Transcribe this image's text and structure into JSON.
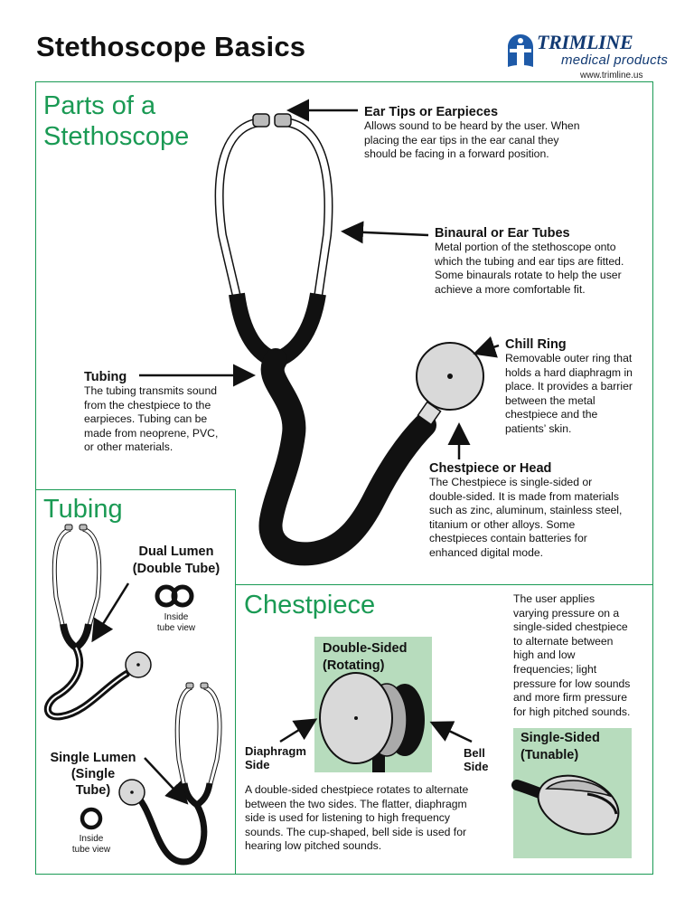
{
  "header": {
    "title": "Stethoscope Basics",
    "logo_name": "TRIMLINE",
    "logo_sub": "medical products",
    "logo_url": "www.trimline.us"
  },
  "parts": {
    "title_line1": "Parts of a",
    "title_line2": "Stethoscope",
    "ear_tips": {
      "heading": "Ear Tips or Earpieces",
      "lines": [
        "Allows sound to be heard by the user. When",
        "placing the ear tips in the ear canal they",
        "should be facing in a forward position."
      ]
    },
    "binaural": {
      "heading": "Binaural or Ear Tubes",
      "lines": [
        "Metal portion of the stethoscope onto",
        "which the tubing and ear tips are fitted.",
        "Some binaurals rotate to help the user",
        "achieve a more comfortable fit."
      ]
    },
    "chill_ring": {
      "heading": "Chill Ring",
      "lines": [
        "Removable outer ring that",
        "holds a hard diaphragm in",
        "place. It provides a barrier",
        "between the metal",
        "chestpiece and the",
        "patients’ skin."
      ]
    },
    "tubing": {
      "heading": "Tubing",
      "lines": [
        "The tubing transmits sound",
        "from the chestpiece to the",
        "earpieces. Tubing can be",
        "made from neoprene, PVC,",
        "or other materials."
      ]
    },
    "chestpiece": {
      "heading": "Chestpiece or Head",
      "lines": [
        "The Chestpiece is single-sided or",
        "double-sided. It is made from materials",
        "such as zinc, aluminum, stainless steel,",
        "titanium or other alloys. Some",
        "chestpieces contain batteries for",
        "enhanced digital mode."
      ]
    }
  },
  "tubing_section": {
    "title": "Tubing",
    "dual_line1": "Dual Lumen",
    "dual_line2": "(Double Tube)",
    "inside_line1": "Inside",
    "inside_line2": "tube view",
    "single_line1": "Single Lumen",
    "single_line2": "(Single",
    "single_line3": "Tube)"
  },
  "chestpiece_section": {
    "title": "Chestpiece",
    "double_title1": "Double-Sided",
    "double_title2": "(Rotating)",
    "diaphragm_line1": "Diaphragm",
    "diaphragm_line2": "Side",
    "bell_line1": "Bell",
    "bell_line2": "Side",
    "desc_lines": [
      "A double-sided chestpiece rotates to alternate",
      "between the two sides. The flatter, diaphragm",
      "side is used for listening to high frequency",
      "sounds. The cup-shaped, bell side is used for",
      "hearing low pitched sounds."
    ],
    "single_desc_lines": [
      "The user applies",
      "varying pressure on a",
      "single-sided chestpiece",
      "to alternate between",
      "high and low",
      "frequencies; light",
      "pressure for low sounds",
      "and more firm pressure",
      "for high pitched sounds."
    ],
    "single_title1": "Single-Sided",
    "single_title2": "(Tunable)"
  },
  "colors": {
    "accent_green": "#1a9a54",
    "panel_green": "#b7dcbd",
    "logo_blue": "#123a73"
  }
}
